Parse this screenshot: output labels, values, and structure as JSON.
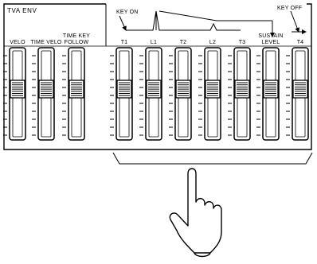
{
  "panel": {
    "title": "TVA ENV"
  },
  "annotations": {
    "key_on": "KEY ON",
    "key_off": "KEY OFF"
  },
  "sliders": [
    {
      "id": "velo",
      "label_lines": [
        "VELO"
      ]
    },
    {
      "id": "time-velo",
      "label_lines": [
        "TIME VELO"
      ]
    },
    {
      "id": "time-key-follow",
      "label_lines": [
        "TIME KEY",
        "FOLLOW"
      ]
    },
    {
      "id": "t1",
      "label_lines": [
        "T1"
      ]
    },
    {
      "id": "l1",
      "label_lines": [
        "L1"
      ]
    },
    {
      "id": "t2",
      "label_lines": [
        "T2"
      ]
    },
    {
      "id": "l2",
      "label_lines": [
        "L2"
      ]
    },
    {
      "id": "t3",
      "label_lines": [
        "T3"
      ]
    },
    {
      "id": "sustain-level",
      "label_lines": [
        "SUSTAIN",
        "LEVEL"
      ]
    },
    {
      "id": "t4",
      "label_lines": [
        "T4"
      ]
    }
  ],
  "pointer": {
    "icon": "pointing-hand-icon"
  }
}
